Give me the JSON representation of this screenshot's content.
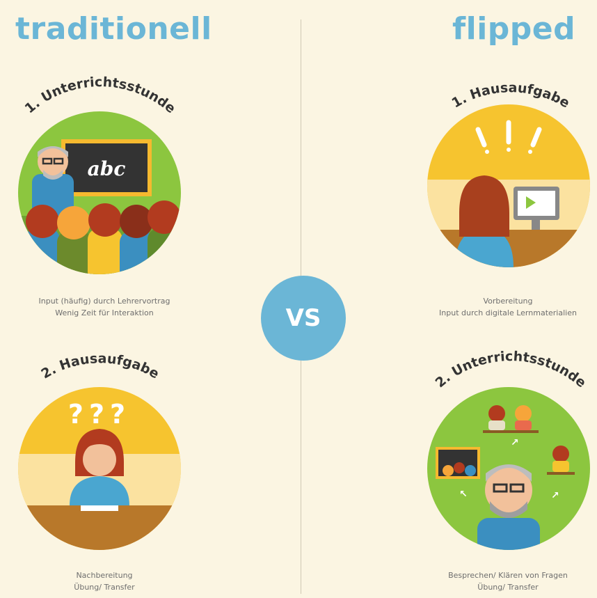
{
  "left": {
    "heading": "traditionell",
    "step1": {
      "title": "1. Unterrichtsstunde",
      "caption": [
        "Input (häufig) durch Lehrervortrag",
        "Wenig Zeit für Interaktion"
      ]
    },
    "step2": {
      "title": "2. Hausaufgabe",
      "caption": [
        "Nachbereitung",
        "Übung/ Transfer"
      ]
    }
  },
  "right": {
    "heading": "flipped",
    "step1": {
      "title": "1. Hausaufgabe",
      "caption": [
        "Vorbereitung",
        "Input durch digitale Lernmaterialien"
      ]
    },
    "step2": {
      "title": "2. Unterrichtsstunde",
      "caption": [
        "Besprechen/ Klären von Fragen",
        "Übung/ Transfer"
      ]
    }
  },
  "vs_label": "VS",
  "board_text": "abc",
  "question_marks": "???",
  "colors": {
    "background": "#fbf5e2",
    "heading": "#6bb6d6",
    "badge": "#6bb6d6",
    "green": "#8cc63f",
    "yellow": "#f6c42f",
    "brown": "#b8782a"
  },
  "icons": [
    "teacher-icon",
    "chalkboard-icon",
    "students-icon",
    "exclamation-icon",
    "monitor-play-icon",
    "question-marks-icon",
    "student-thinking-icon",
    "group-work-icon"
  ]
}
